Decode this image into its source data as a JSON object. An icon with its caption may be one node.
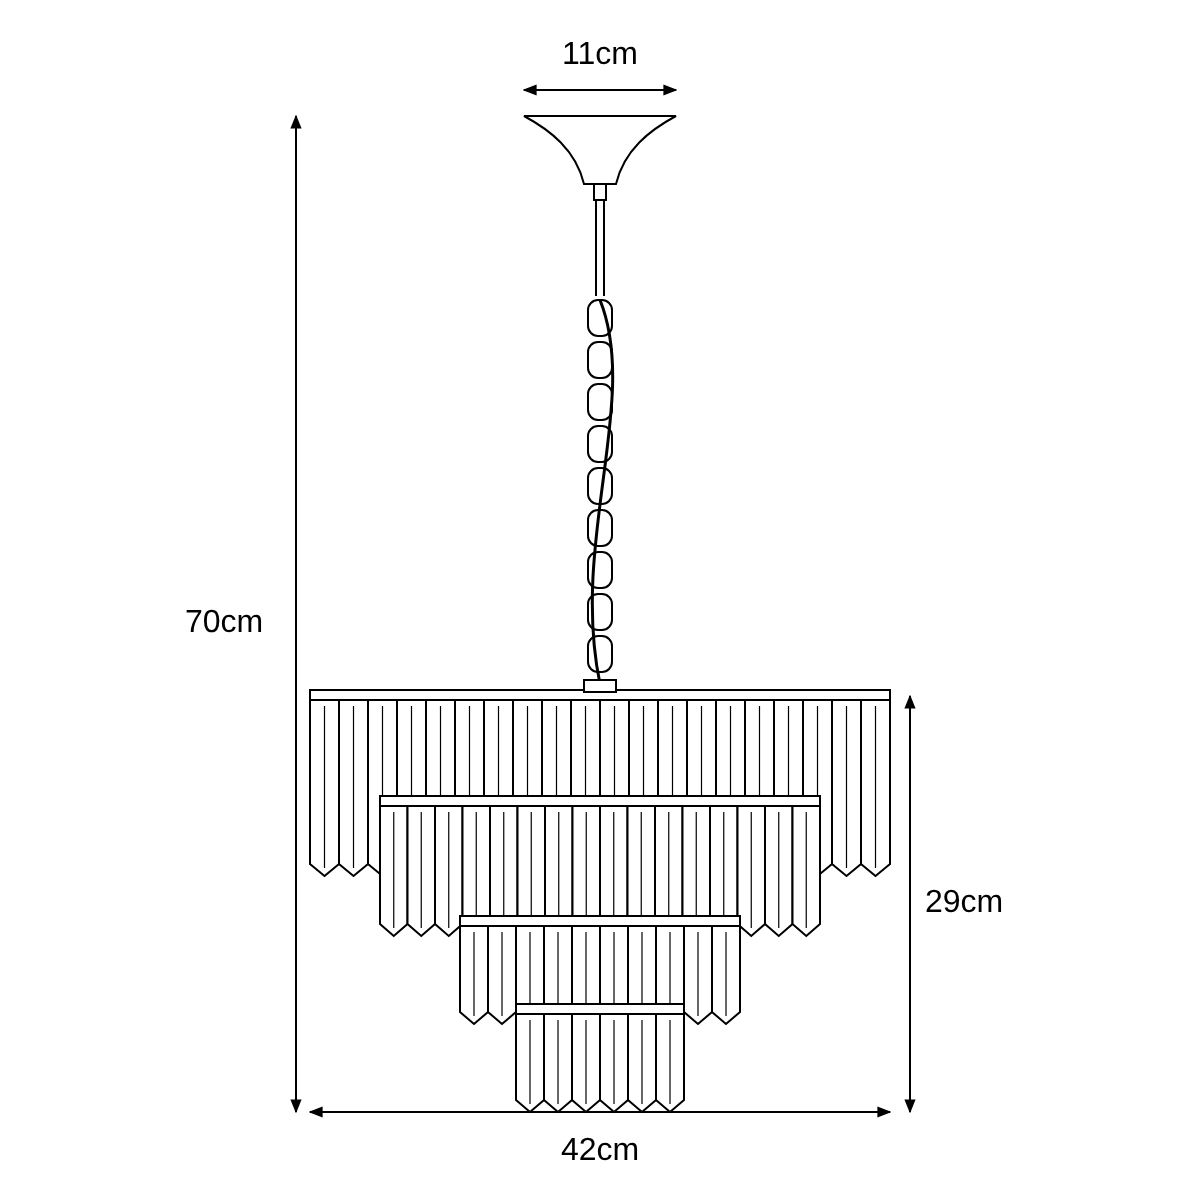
{
  "diagram": {
    "labels": [
      "11cm",
      "70cm",
      "29cm",
      "42cm"
    ]
  }
}
